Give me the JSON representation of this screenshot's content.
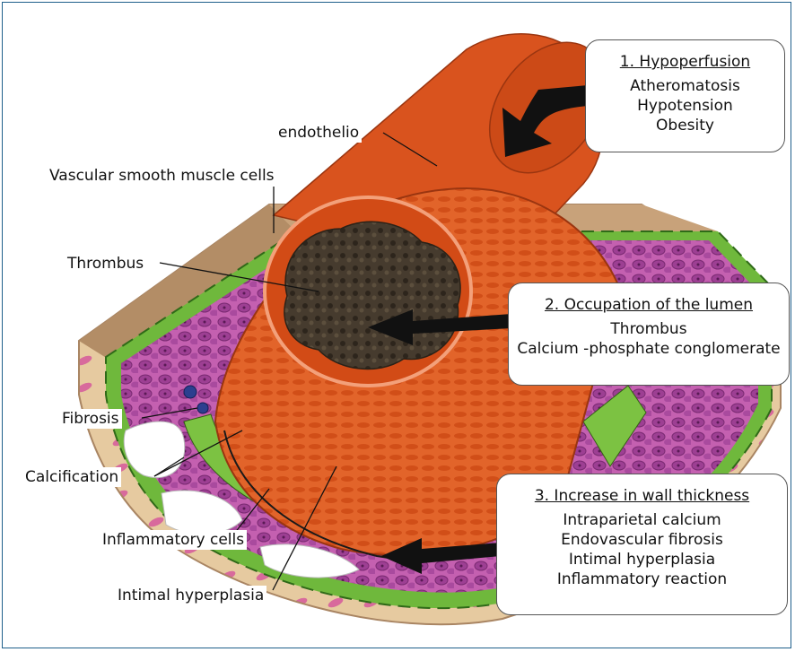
{
  "labels": {
    "endothelio": "endothelio",
    "vsmc": "Vascular smooth muscle cells",
    "thrombus": "Thrombus",
    "fibrosis": "Fibrosis",
    "calcification": "Calcification",
    "inflammatory_cells": "Inflammatory cells",
    "intimal_hyperplasia": "Intimal hyperplasia"
  },
  "boxes": {
    "hypoperfusion": {
      "heading": "1.  Hypoperfusion",
      "items": [
        "Atheromatosis",
        "Hypotension",
        "Obesity"
      ]
    },
    "occupation": {
      "heading": "2.  Occupation of the lumen",
      "items": [
        "Thrombus",
        "Calcium -phosphate conglomerate"
      ]
    },
    "wall": {
      "heading": "3.  Increase in wall thickness",
      "items": [
        "Intraparietal calcium",
        "Endovascular fibrosis",
        "Intimal hyperplasia",
        "Inflammatory reaction"
      ]
    }
  },
  "colors": {
    "frame_border": "#1f5f8b",
    "vessel_orange": "#d9531e",
    "tissue_tan": "#c9a37a",
    "adventitia_magenta": "#b04fa0",
    "fibrosis_green": "#7cc242",
    "thrombus_brown": "#3e352a"
  }
}
